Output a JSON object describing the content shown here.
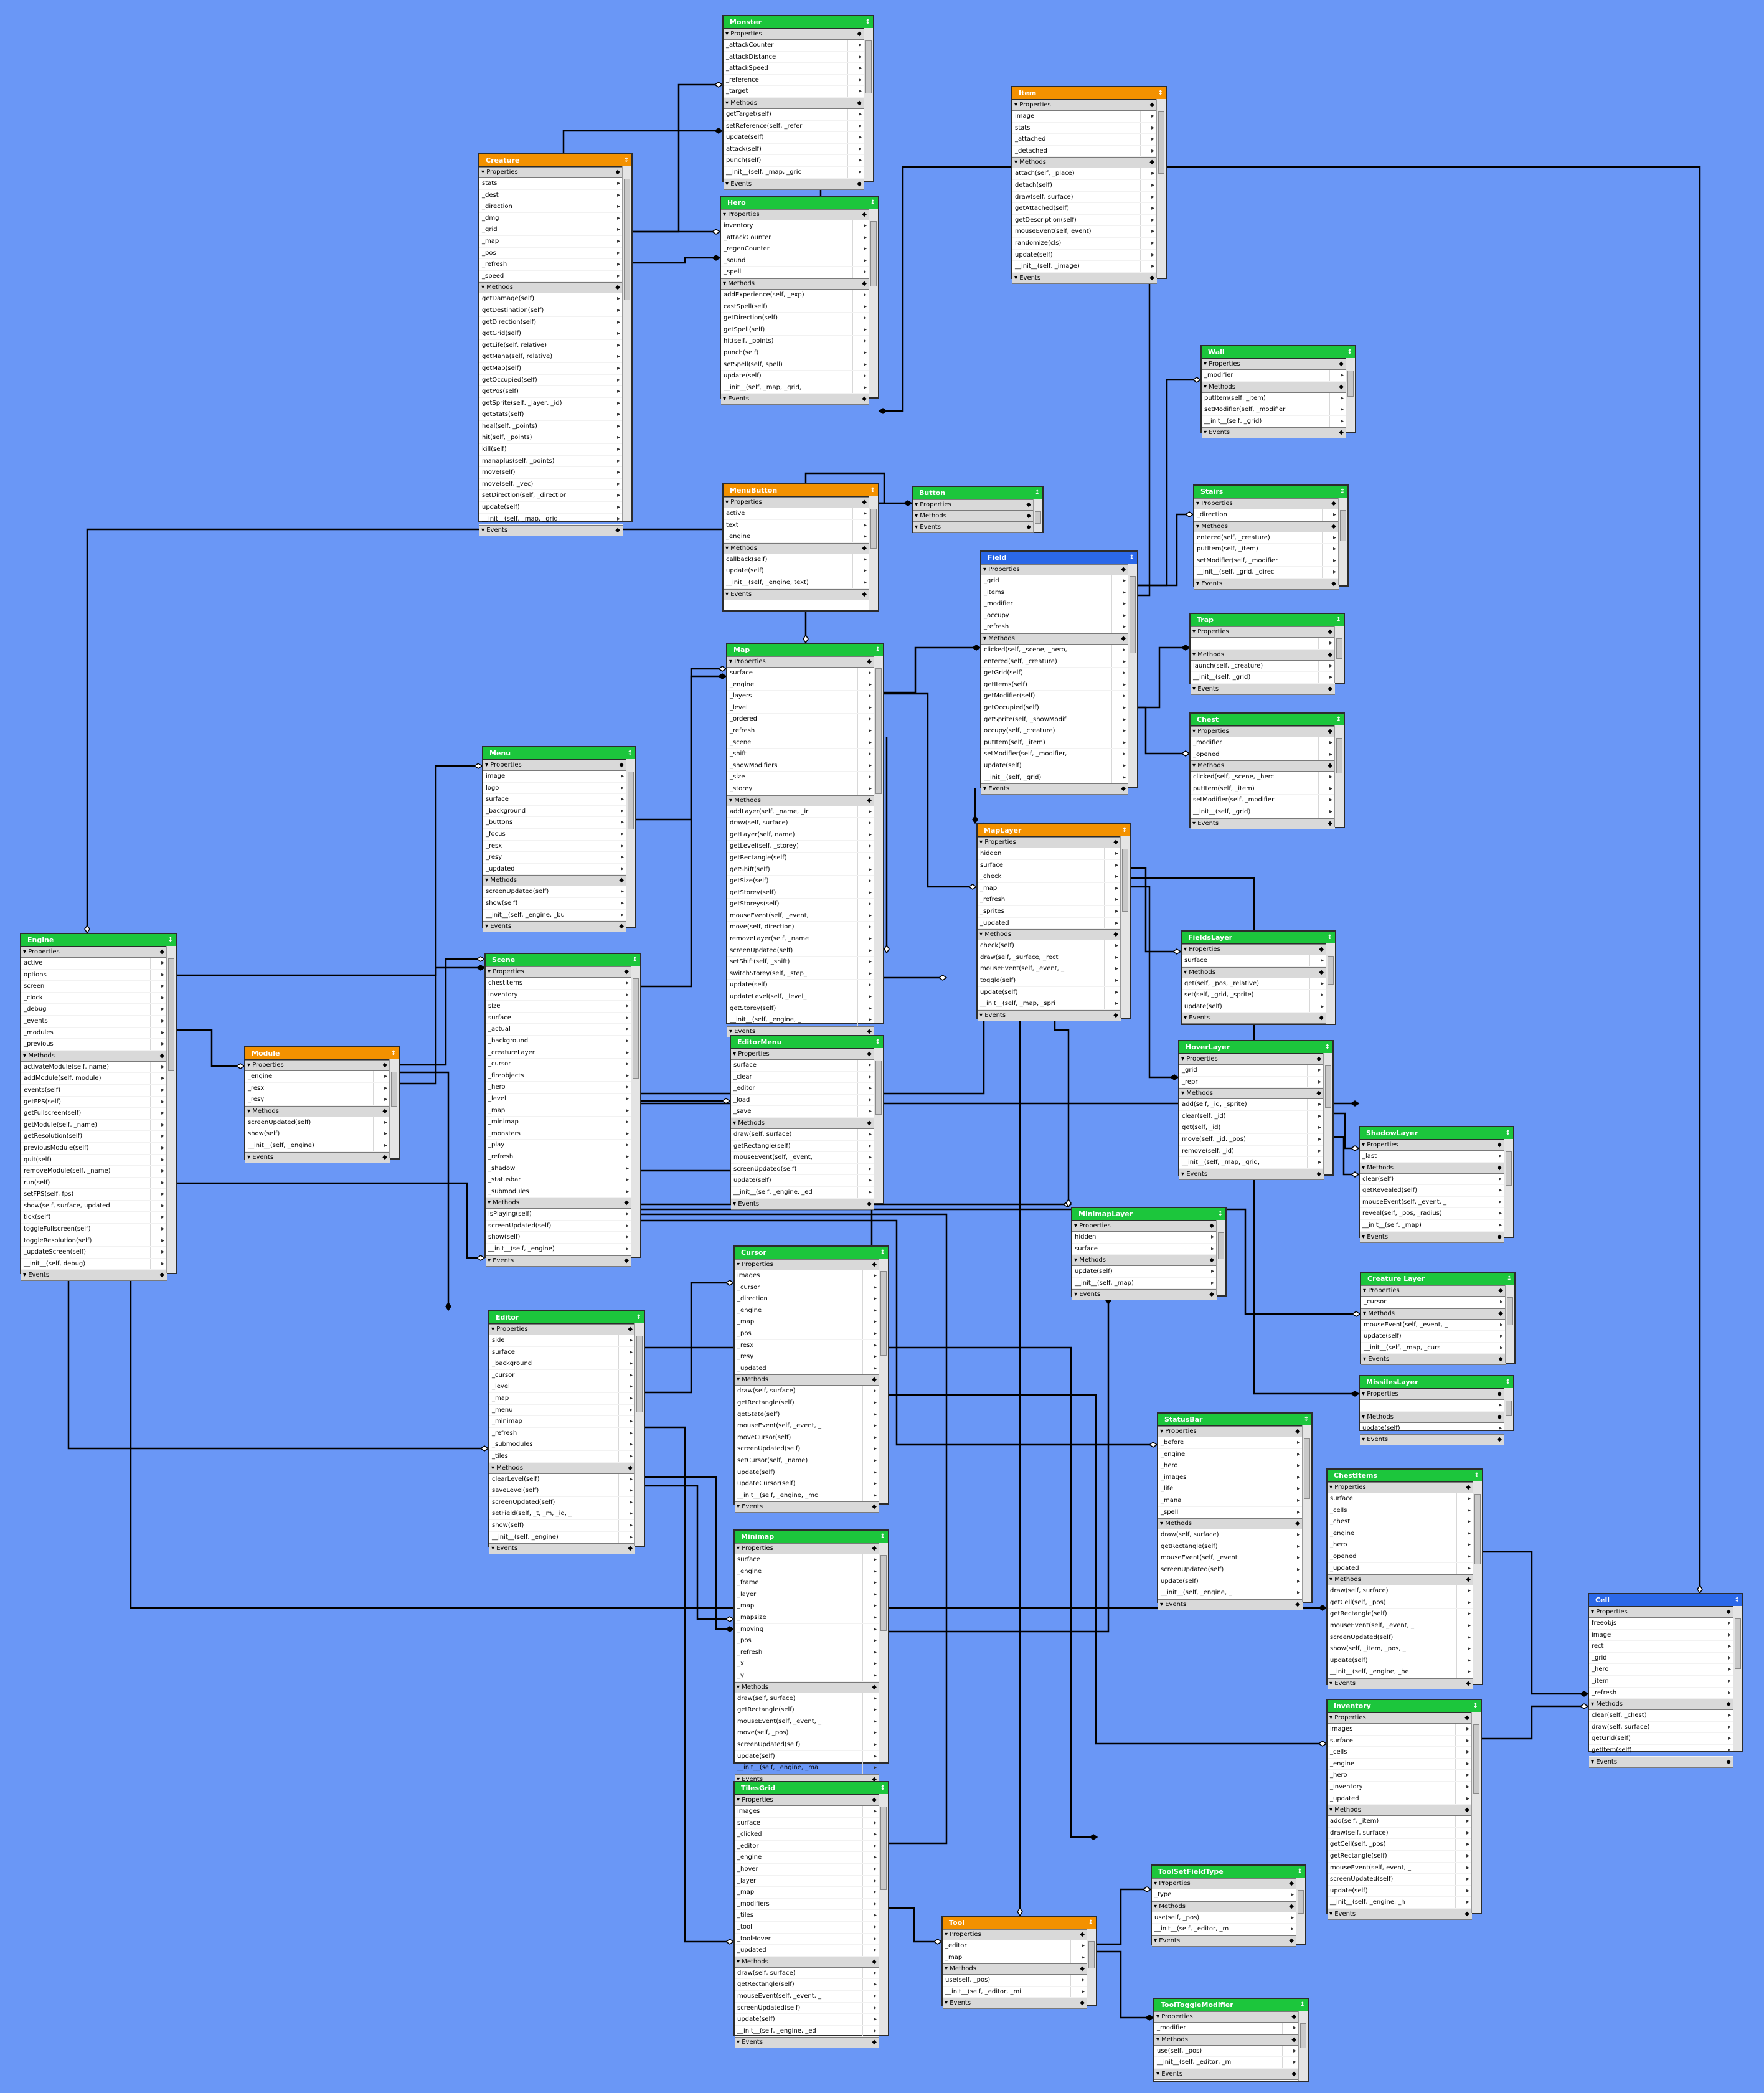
{
  "classes": [
    {
      "id": "Monster",
      "color": "green",
      "props": [
        "_attackCounter",
        "_attackDistance",
        "_attackSpeed",
        "_reference",
        "_target"
      ],
      "methods": [
        "getTarget(self)",
        "setReference(self, _refer",
        "update(self)",
        "attack(self)",
        "punch(self)",
        "__init__(self, _map, _gric"
      ]
    },
    {
      "id": "Creature",
      "color": "orange",
      "props": [
        "stats",
        "_dest",
        "_direction",
        "_dmg",
        "_grid",
        "_map",
        "_pos",
        "_refresh",
        "_speed"
      ],
      "methods": [
        "getDamage(self)",
        "getDestination(self)",
        "getDirection(self)",
        "getGrid(self)",
        "getLife(self, relative)",
        "getMana(self, relative)",
        "getMap(self)",
        "getOccupied(self)",
        "getPos(self)",
        "getSprite(self, _layer, _id)",
        "getStats(self)",
        "heal(self, _points)",
        "hit(self, _points)",
        "kill(self)",
        "manaplus(self, _points)",
        "move(self)",
        "move(self, _vec)",
        "setDirection(self, _directior",
        "update(self)",
        "__init__(self, _map, _grid,"
      ]
    },
    {
      "id": "Hero",
      "color": "green",
      "props": [
        "inventory",
        "_attackCounter",
        "_regenCounter",
        "_sound",
        "_spell"
      ],
      "methods": [
        "addExperience(self, _exp)",
        "castSpell(self)",
        "getDirection(self)",
        "getSpell(self)",
        "hit(self, _points)",
        "punch(self)",
        "setSpell(self, spell)",
        "update(self)",
        "__init__(self, _map, _grid,"
      ]
    },
    {
      "id": "Item",
      "color": "orange",
      "props": [
        "image",
        "stats",
        "_attached",
        "_detached"
      ],
      "methods": [
        "attach(self, _place)",
        "detach(self)",
        "draw(self, surface)",
        "getAttached(self)",
        "getDescription(self)",
        "mouseEvent(self, event)",
        "randomize(cls)",
        "update(self)",
        "__init__(self, _image)"
      ]
    },
    {
      "id": "Wall",
      "color": "green",
      "props": [
        "_modifier"
      ],
      "methods": [
        "putItem(self, _item)",
        "setModifier(self, _modifier",
        "__init__(self, _grid)"
      ]
    },
    {
      "id": "Stairs",
      "color": "green",
      "props": [
        "_direction"
      ],
      "methods": [
        "entered(self, _creature)",
        "putItem(self, _item)",
        "setModifier(self, _modifier",
        "__init__(self, _grid, _direc"
      ]
    },
    {
      "id": "MenuButton",
      "color": "orange",
      "props": [
        "active",
        "text",
        "_engine"
      ],
      "methods": [
        "callback(self)",
        "update(self)",
        "__init__(self, _engine, text)"
      ]
    },
    {
      "id": "Button",
      "color": "green",
      "props": [],
      "methods": []
    },
    {
      "id": "Field",
      "color": "blue",
      "props": [
        "_grid",
        "_items",
        "_modifier",
        "_occupy",
        "_refresh"
      ],
      "methods": [
        "clicked(self, _scene, _hero,",
        "entered(self, _creature)",
        "getGrid(self)",
        "getItems(self)",
        "getModifier(self)",
        "getOccupied(self)",
        "getSprite(self, _showModif",
        "occupy(self, _creature)",
        "putItem(self, _item)",
        "setModifier(self, _modifier,",
        "update(self)",
        "__init__(self, _grid)"
      ]
    },
    {
      "id": "Trap",
      "color": "green",
      "props": [
        ""
      ],
      "methods": [
        "launch(self, _creature)",
        "__init__(self, _grid)"
      ]
    },
    {
      "id": "Map",
      "color": "green",
      "props": [
        "surface",
        "_engine",
        "_layers",
        "_level",
        "_ordered",
        "_refresh",
        "_scene",
        "_shift",
        "_showModifiers",
        "_size",
        "_storey"
      ],
      "methods": [
        "addLayer(self, _name, _ir",
        "draw(self, surface)",
        "getLayer(self, name)",
        "getLevel(self, _storey)",
        "getRectangle(self)",
        "getShift(self)",
        "getSize(self)",
        "getStorey(self)",
        "getStoreys(self)",
        "mouseEvent(self, _event,",
        "move(self, direction)",
        "removeLayer(self, _name",
        "screenUpdated(self)",
        "setShift(self, _shift)",
        "switchStorey(self, _step_",
        "update(self)",
        "updateLevel(self, _level_",
        "getStorey(self)",
        "__init__(self, _engine, _"
      ]
    },
    {
      "id": "Chest",
      "color": "green",
      "props": [
        "_modifier",
        "_opened"
      ],
      "methods": [
        "clicked(self, _scene, _herc",
        "putItem(self, _item)",
        "setModifier(self, _modifier",
        "__init__(self, _grid)"
      ]
    },
    {
      "id": "Menu",
      "color": "green",
      "props": [
        "image",
        "logo",
        "surface",
        "_background",
        "_buttons",
        "_focus",
        "_resx",
        "_resy",
        "_updated"
      ],
      "methods": [
        "screenUpdated(self)",
        "show(self)",
        "__init__(self, _engine, _bu"
      ]
    },
    {
      "id": "MapLayer",
      "color": "orange",
      "props": [
        "hidden",
        "surface",
        "_check",
        "_map",
        "_refresh",
        "_sprites",
        "_updated"
      ],
      "methods": [
        "check(self)",
        "draw(self, _surface, _rect",
        "mouseEvent(self, _event, _",
        "toggle(self)",
        "update(self)",
        "__init__(self, _map, _spri"
      ]
    },
    {
      "id": "Engine",
      "color": "green",
      "props": [
        "active",
        "options",
        "screen",
        "_clock",
        "_debug",
        "_events",
        "_modules",
        "_previous"
      ],
      "methods": [
        "activateModule(self, name)",
        "addModule(self, module)",
        "events(self)",
        "getFPS(self)",
        "getFullscreen(self)",
        "getModule(self, _name)",
        "getResolution(self)",
        "previousModule(self)",
        "quit(self)",
        "removeModule(self, _name)",
        "run(self)",
        "setFPS(self, fps)",
        "show(self, surface, updated",
        "tick(self)",
        "toggleFullscreen(self)",
        "toggleResolution(self)",
        "_updateScreen(self)",
        "__init__(self, debug)"
      ]
    },
    {
      "id": "Scene",
      "color": "green",
      "props": [
        "chestItems",
        "inventory",
        "size",
        "surface",
        "_actual",
        "_background",
        "_creatureLayer",
        "_cursor",
        "_fireobjects",
        "_hero",
        "_level",
        "_map",
        "_minimap",
        "_monsters",
        "_play",
        "_refresh",
        "_shadow",
        "_statusbar",
        "_submodules"
      ],
      "methods": [
        "isPlaying(self)",
        "screenUpdated(self)",
        "show(self)",
        "__init__(self, _engine)"
      ]
    },
    {
      "id": "EditorMenu",
      "color": "green",
      "props": [
        "surface",
        "_clear",
        "_editor",
        "_load",
        "_save"
      ],
      "methods": [
        "draw(self, surface)",
        "getRectangle(self)",
        "mouseEvent(self, _event,",
        "screenUpdated(self)",
        "update(self)",
        "__init__(self, _engine, _ed"
      ]
    },
    {
      "id": "FieldsLayer",
      "color": "green",
      "props": [
        "surface"
      ],
      "methods": [
        "get(self, _pos, _relative)",
        "set(self, _grid, _sprite)",
        "update(self)"
      ]
    },
    {
      "id": "Module",
      "color": "orange",
      "props": [
        "_engine",
        "_resx",
        "_resy"
      ],
      "methods": [
        "screenUpdated(self)",
        "show(self)",
        "__init__(self, _engine)"
      ]
    },
    {
      "id": "HoverLayer",
      "color": "green",
      "props": [
        "_grid",
        "_repr"
      ],
      "methods": [
        "add(self, _id, _sprite)",
        "clear(self, _id)",
        "get(self, _id)",
        "move(self, _id, _pos)",
        "remove(self, _id)",
        "__init__(self, _map, _grid,"
      ]
    },
    {
      "id": "ShadowLayer",
      "color": "green",
      "props": [
        "_last"
      ],
      "methods": [
        "clear(self)",
        "getRevealed(self)",
        "mouseEvent(self, _event, _",
        "reveal(self, _pos, _radius)",
        "__init__(self, _map)"
      ]
    },
    {
      "id": "MinimapLayer",
      "color": "green",
      "props": [
        "hidden",
        "surface"
      ],
      "methods": [
        "update(self)",
        "__init__(self, _map)"
      ]
    },
    {
      "id": "Cursor",
      "color": "green",
      "props": [
        "images",
        "_cursor",
        "_direction",
        "_engine",
        "_map",
        "_pos",
        "_resx",
        "_resy",
        "_updated"
      ],
      "methods": [
        "draw(self, surface)",
        "getRectangle(self)",
        "getState(self)",
        "mouseEvent(self, _event, _",
        "moveCursor(self)",
        "screenUpdated(self)",
        "setCursor(self, _name)",
        "update(self)",
        "updateCursor(self)",
        "__init__(self, _engine, _mc"
      ]
    },
    {
      "id": "Creature Layer",
      "color": "green",
      "props": [
        "_cursor"
      ],
      "methods": [
        "mouseEvent(self, _event, _",
        "update(self)",
        "__init__(self, _map, _curs"
      ]
    },
    {
      "id": "Editor",
      "color": "green",
      "props": [
        "side",
        "surface",
        "_background",
        "_cursor",
        "_level",
        "_map",
        "_menu",
        "_minimap",
        "_refresh",
        "_submodules",
        "_tiles"
      ],
      "methods": [
        "clearLevel(self)",
        "saveLevel(self)",
        "screenUpdated(self)",
        "setField(self, _t, _m, _id, _",
        "show(self)",
        "__init__(self, _engine)"
      ]
    },
    {
      "id": "MissilesLayer",
      "color": "green",
      "props": [
        ""
      ],
      "methods": [
        "update(self)"
      ]
    },
    {
      "id": "StatusBar",
      "color": "green",
      "props": [
        "_before",
        "_engine",
        "_hero",
        "_images",
        "_life",
        "_mana",
        "_spell"
      ],
      "methods": [
        "draw(self, surface)",
        "getRectangle(self)",
        "mouseEvent(self, _event",
        "screenUpdated(self)",
        "update(self)",
        "__init__(self, _engine, _"
      ]
    },
    {
      "id": "ChestItems",
      "color": "green",
      "props": [
        "surface",
        "_cells",
        "_chest",
        "_engine",
        "_hero",
        "_opened",
        "_updated"
      ],
      "methods": [
        "draw(self, surface)",
        "getCell(self, _pos)",
        "getRectangle(self)",
        "mouseEvent(self, _event, _",
        "screenUpdated(self)",
        "show(self, _item, _pos, _",
        "update(self)",
        "__init__(self, _engine, _he"
      ]
    },
    {
      "id": "Minimap",
      "color": "green",
      "props": [
        "surface",
        "_engine",
        "_frame",
        "_layer",
        "_map",
        "_mapsize",
        "_moving",
        "_pos",
        "_refresh",
        "_x",
        "_y"
      ],
      "methods": [
        "draw(self, surface)",
        "getRectangle(self)",
        "mouseEvent(self, _event, _",
        "move(self, _pos)",
        "screenUpdated(self)",
        "update(self)",
        "__init__(self, _engine, _ma"
      ]
    },
    {
      "id": "Cell",
      "color": "blue",
      "props": [
        "freeobjs",
        "image",
        "rect",
        "_grid",
        "_hero",
        "_item",
        "_refresh"
      ],
      "methods": [
        "clear(self, _chest)",
        "draw(self, surface)",
        "getGrid(self)",
        "getItem(self)"
      ]
    },
    {
      "id": "Inventory",
      "color": "green",
      "props": [
        "images",
        "surface",
        "_cells",
        "_engine",
        "_hero",
        "_inventory",
        "_updated"
      ],
      "methods": [
        "add(self, _item)",
        "draw(self, surface)",
        "getCell(self, _pos)",
        "getRectangle(self)",
        "mouseEvent(self, event, _",
        "screenUpdated(self)",
        "update(self)",
        "__init__(self, _engine, _h"
      ]
    },
    {
      "id": "TilesGrid",
      "color": "green",
      "props": [
        "images",
        "surface",
        "_clicked",
        "_editor",
        "_engine",
        "_hover",
        "_layer",
        "_map",
        "_modifiers",
        "_tiles",
        "_tool",
        "_toolHover",
        "_updated"
      ],
      "methods": [
        "draw(self, surface)",
        "getRectangle(self)",
        "mouseEvent(self, _event, _",
        "screenUpdated(self)",
        "update(self)",
        "__init__(self, _engine, _ed"
      ]
    },
    {
      "id": "ToolSetFieldType",
      "color": "green",
      "props": [
        "_type"
      ],
      "methods": [
        "use(self, _pos)",
        "__init__(self, _editor, _m"
      ]
    },
    {
      "id": "Tool",
      "color": "orange",
      "props": [
        "_editor",
        "_map"
      ],
      "methods": [
        "use(self, _pos)",
        "__init__(self, _editor, _mi"
      ]
    },
    {
      "id": "ToolToggleModifier",
      "color": "green",
      "props": [
        "_modifier"
      ],
      "methods": [
        "use(self, _pos)",
        "__init__(self, _editor, _m"
      ]
    }
  ],
  "labels": {
    "properties": "Properties",
    "methods": "Methods",
    "events": "Events"
  },
  "colors": {
    "background": "#6a97f6",
    "green": "#1cc63c",
    "orange": "#f39100",
    "blue": "#2b68e8",
    "line": "#000000"
  }
}
